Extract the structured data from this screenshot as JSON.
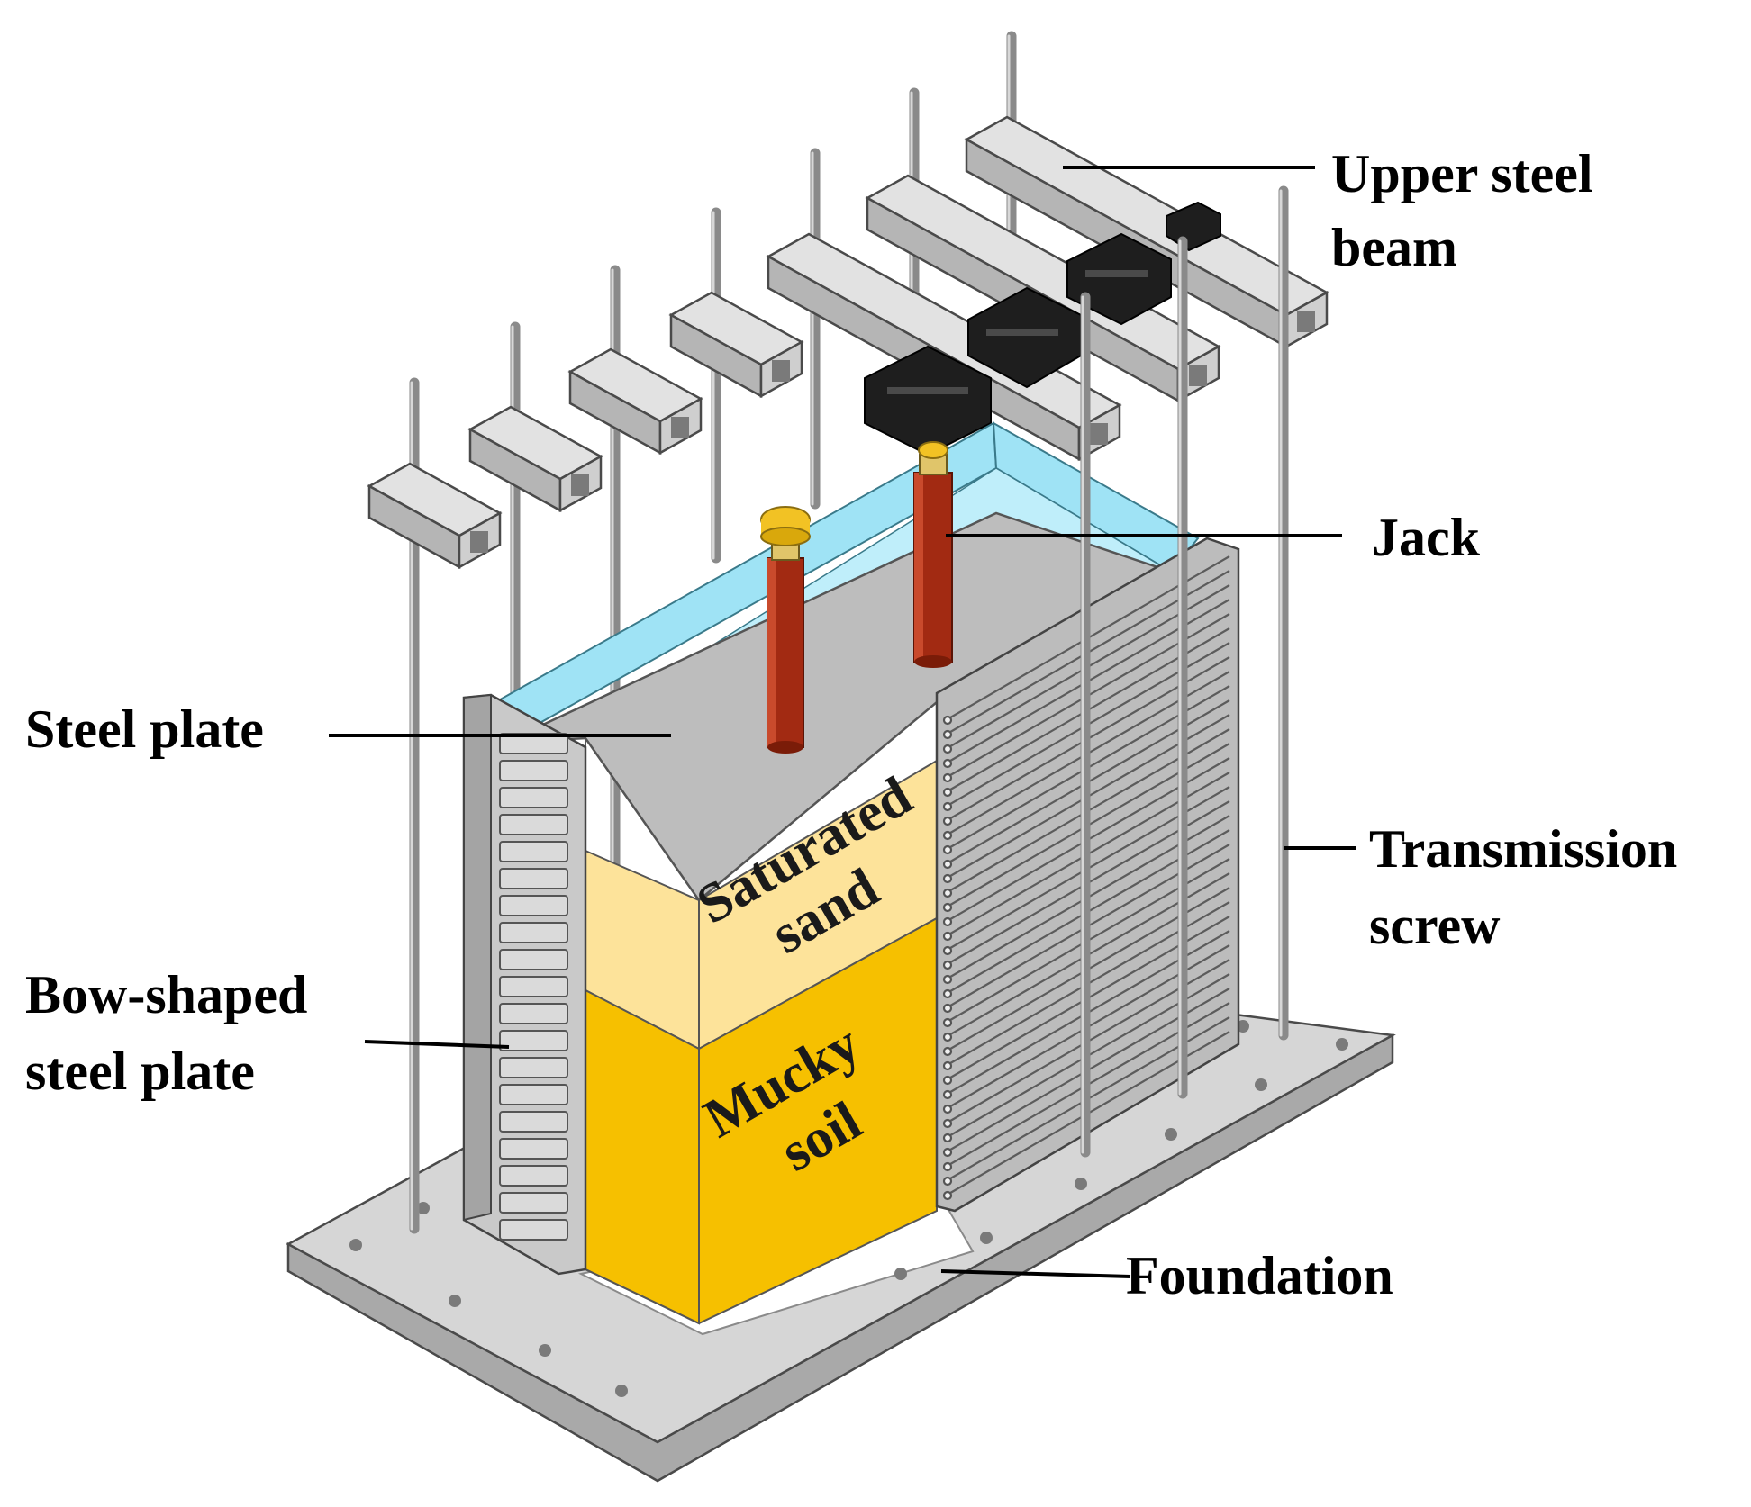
{
  "labels": {
    "upper_steel_beam": [
      "Upper steel",
      "beam"
    ],
    "jack": "Jack",
    "steel_plate": "Steel plate",
    "transmission_screw": [
      "Transmission",
      "screw"
    ],
    "bow_shaped_steel_plate": [
      "Bow-shaped",
      "steel plate"
    ],
    "foundation": "Foundation",
    "saturated_sand": [
      "Saturated",
      "sand"
    ],
    "mucky_soil": [
      "Mucky",
      "soil"
    ]
  },
  "colors": {
    "mucky_soil": "#f6c000",
    "saturated_sand": "#fde39a",
    "water_lining": "#9fe3f5",
    "steel": "#c8c8c8",
    "jack_cylinder": "#a22a12",
    "jack_cap": "#f2c224",
    "actuator": "#1e1e1e"
  }
}
